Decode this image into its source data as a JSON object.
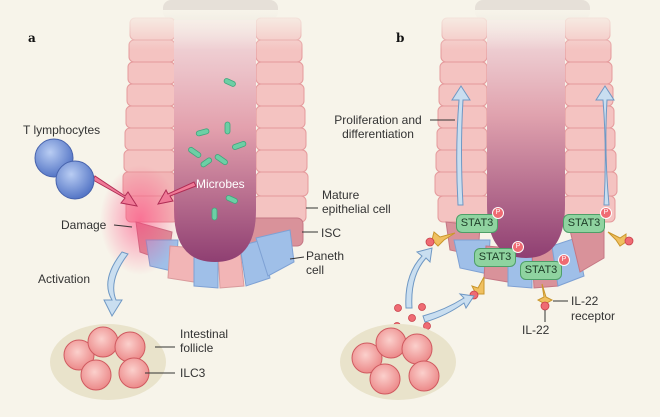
{
  "figure": {
    "panel_a": {
      "letter": "a",
      "labels": {
        "t_lymphocytes": "T lymphocytes",
        "microbes": "Microbes",
        "mature_line1": "Mature",
        "mature_line2": "epithelial cell",
        "damage": "Damage",
        "isc": "ISC",
        "paneth_line1": "Paneth",
        "paneth_line2": "cell",
        "activation": "Activation",
        "follicle_line1": "Intestinal",
        "follicle_line2": "follicle",
        "ilc3": "ILC3"
      }
    },
    "panel_b": {
      "letter": "b",
      "labels": {
        "prolif_line1": "Proliferation and",
        "prolif_line2": "differentiation",
        "stat3": [
          "STAT3",
          "STAT3",
          "STAT3",
          "STAT3"
        ],
        "phospho": "P",
        "il22_receptor_line1": "IL-22",
        "il22_receptor_line2": "receptor",
        "il22": "IL-22"
      }
    },
    "colors": {
      "background": "#f7f4ea",
      "epithelial_cell": "#f4c3c1",
      "isc_cell": "#d9929a",
      "paneth_cell": "#9fbfe8",
      "lumen": "#a0507a",
      "microbe": "#6ccfa5",
      "t_lymphocyte": "#6e8fd6",
      "ilc3": "#f08f8f",
      "follicle": "#e9e3cb",
      "stat3": "#8fd3a0",
      "arrow": "#c9def0",
      "damage_glow": "#ff3c7a",
      "receptor": "#f0c060"
    }
  }
}
